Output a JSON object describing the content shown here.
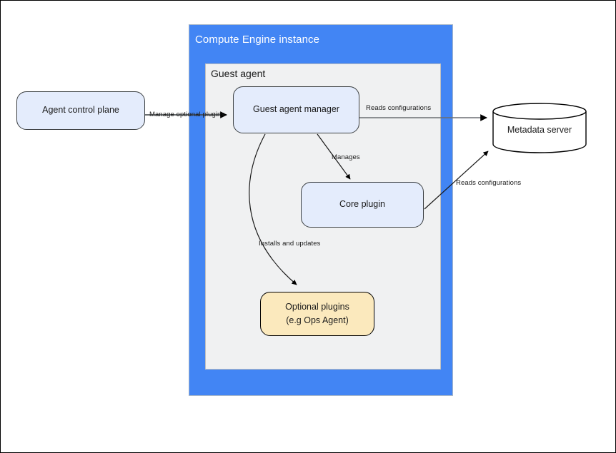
{
  "diagram": {
    "title_container": "Compute Engine instance",
    "inner_container": "Guest agent",
    "nodes": {
      "agent_control_plane": {
        "label": "Agent control plane",
        "shape": "rounded-rect",
        "fill": "#e4ecfc"
      },
      "guest_agent_manager": {
        "label": "Guest agent manager",
        "shape": "rounded-rect",
        "fill": "#e4ecfc"
      },
      "core_plugin": {
        "label": "Core plugin",
        "shape": "rounded-rect",
        "fill": "#e4ecfc"
      },
      "optional_plugins": {
        "label_line1": "Optional plugins",
        "label_line2": "(e.g  Ops Agent)",
        "shape": "rounded-rect",
        "fill": "#fbe9bd"
      },
      "metadata_server": {
        "label": "Metadata server",
        "shape": "cylinder",
        "fill": "#ffffff"
      }
    },
    "edges": {
      "manage_optional_plugins": "Manage optional plugins",
      "reads_configurations_manager": "Reads configurations",
      "manages": "Manages",
      "reads_configurations_core": "Reads configurations",
      "installs_and_updates": "Installs and updates"
    },
    "colors": {
      "instance_border": "#4285f4",
      "guest_agent_panel": "#f0f1f2",
      "node_blue": "#e4ecfc",
      "node_yellow": "#fbe9bd",
      "stroke": "#3c4043"
    }
  }
}
